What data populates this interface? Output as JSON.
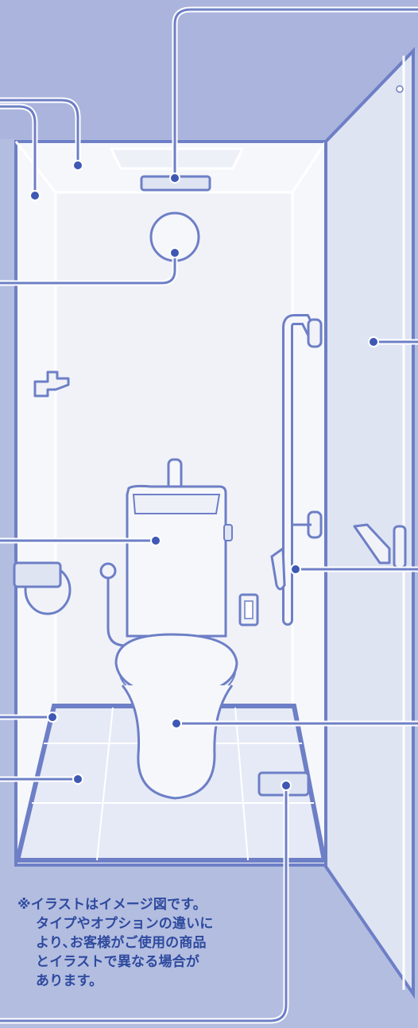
{
  "colors": {
    "background": "#b3bde0",
    "outline": "#6d7fc6",
    "callout_dot": "#3e58b4",
    "note_text": "#2e4a9e",
    "wall": "#f6f7fb",
    "door": "#dfe4f3"
  },
  "note": {
    "line1": "※イラストはイメージ図です。",
    "line2": "タイプやオプションの違いに",
    "line3": "より､お客様がご使用の商品",
    "line4": "とイラストで異なる場合が",
    "line5": "あります。"
  },
  "callouts": [
    {
      "name": "ceiling-vent"
    },
    {
      "name": "ceiling-panel"
    },
    {
      "name": "wall-panel-top"
    },
    {
      "name": "ceiling-light"
    },
    {
      "name": "door"
    },
    {
      "name": "toilet-tank"
    },
    {
      "name": "grab-bar"
    },
    {
      "name": "floor-edge"
    },
    {
      "name": "toilet-bowl"
    },
    {
      "name": "floor"
    },
    {
      "name": "floor-drain"
    }
  ]
}
